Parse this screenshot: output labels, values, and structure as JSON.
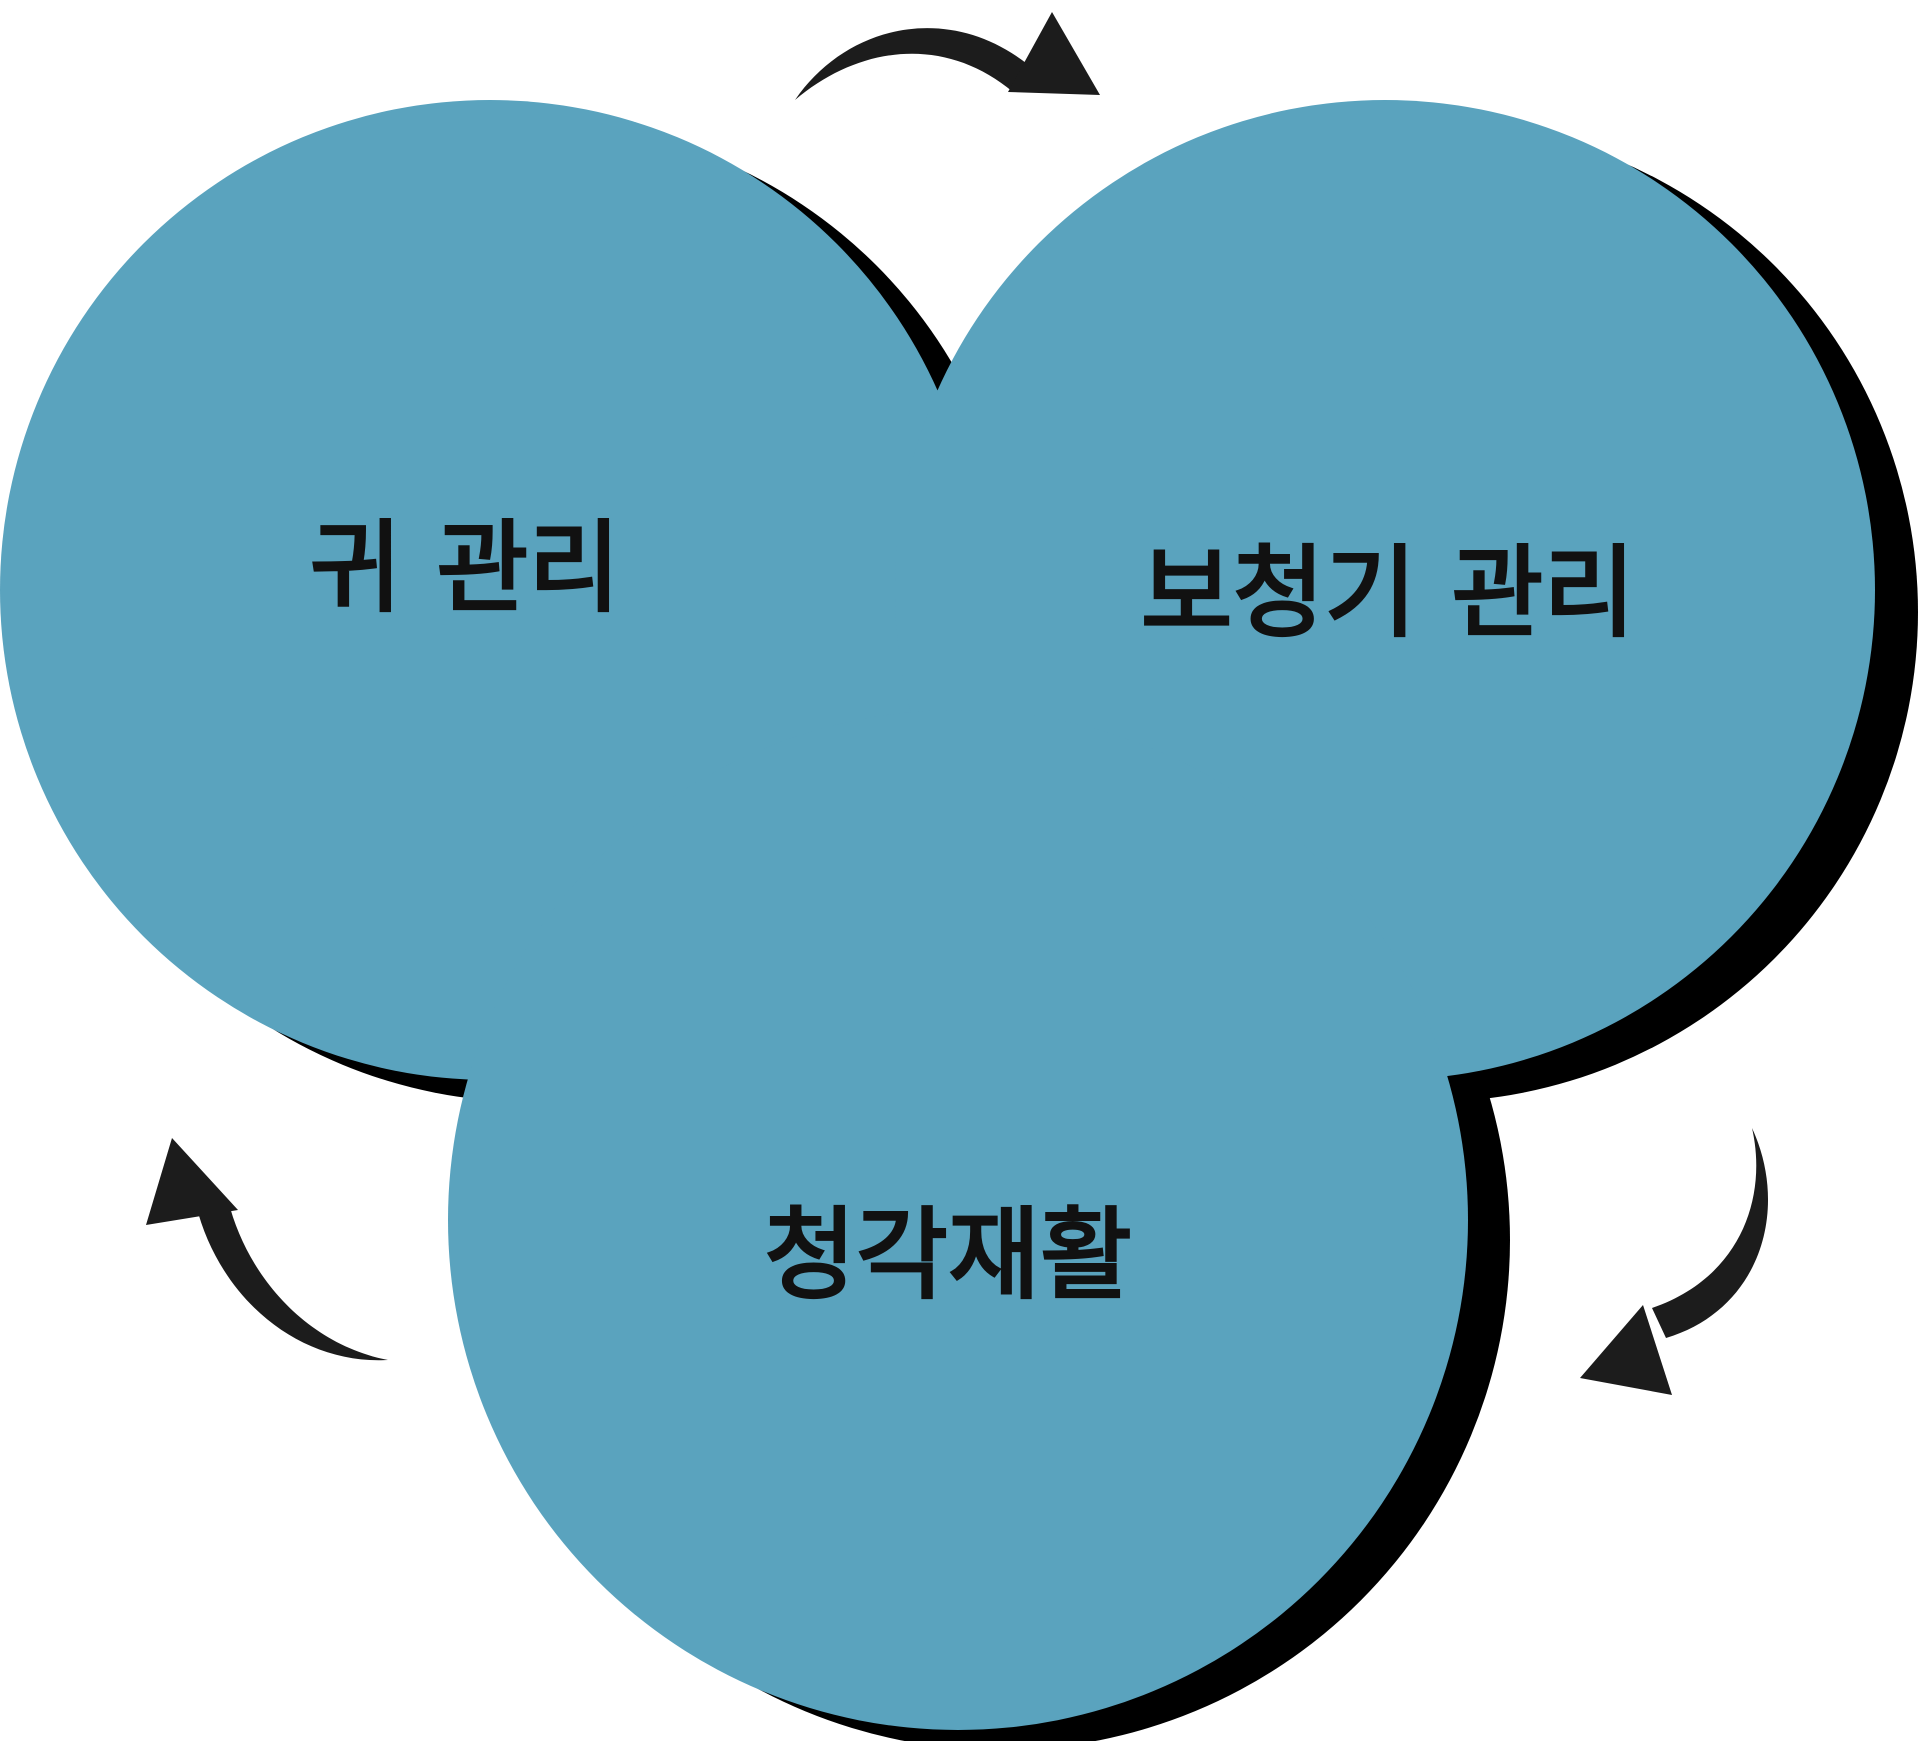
{
  "colors": {
    "circle_fill": "#5AA3BE",
    "shadow": "#000000",
    "arrow": "#1C1C1C",
    "text": "#111111",
    "background": "#FFFFFF"
  },
  "nodes": [
    {
      "id": "ear-care",
      "label": "귀 관리"
    },
    {
      "id": "hearing-aid-care",
      "label": "보청기 관리"
    },
    {
      "id": "auditory-rehab",
      "label": "청각재활"
    }
  ],
  "cycle": {
    "direction": "clockwise",
    "arrow_icon": "curved-arrow-icon"
  }
}
